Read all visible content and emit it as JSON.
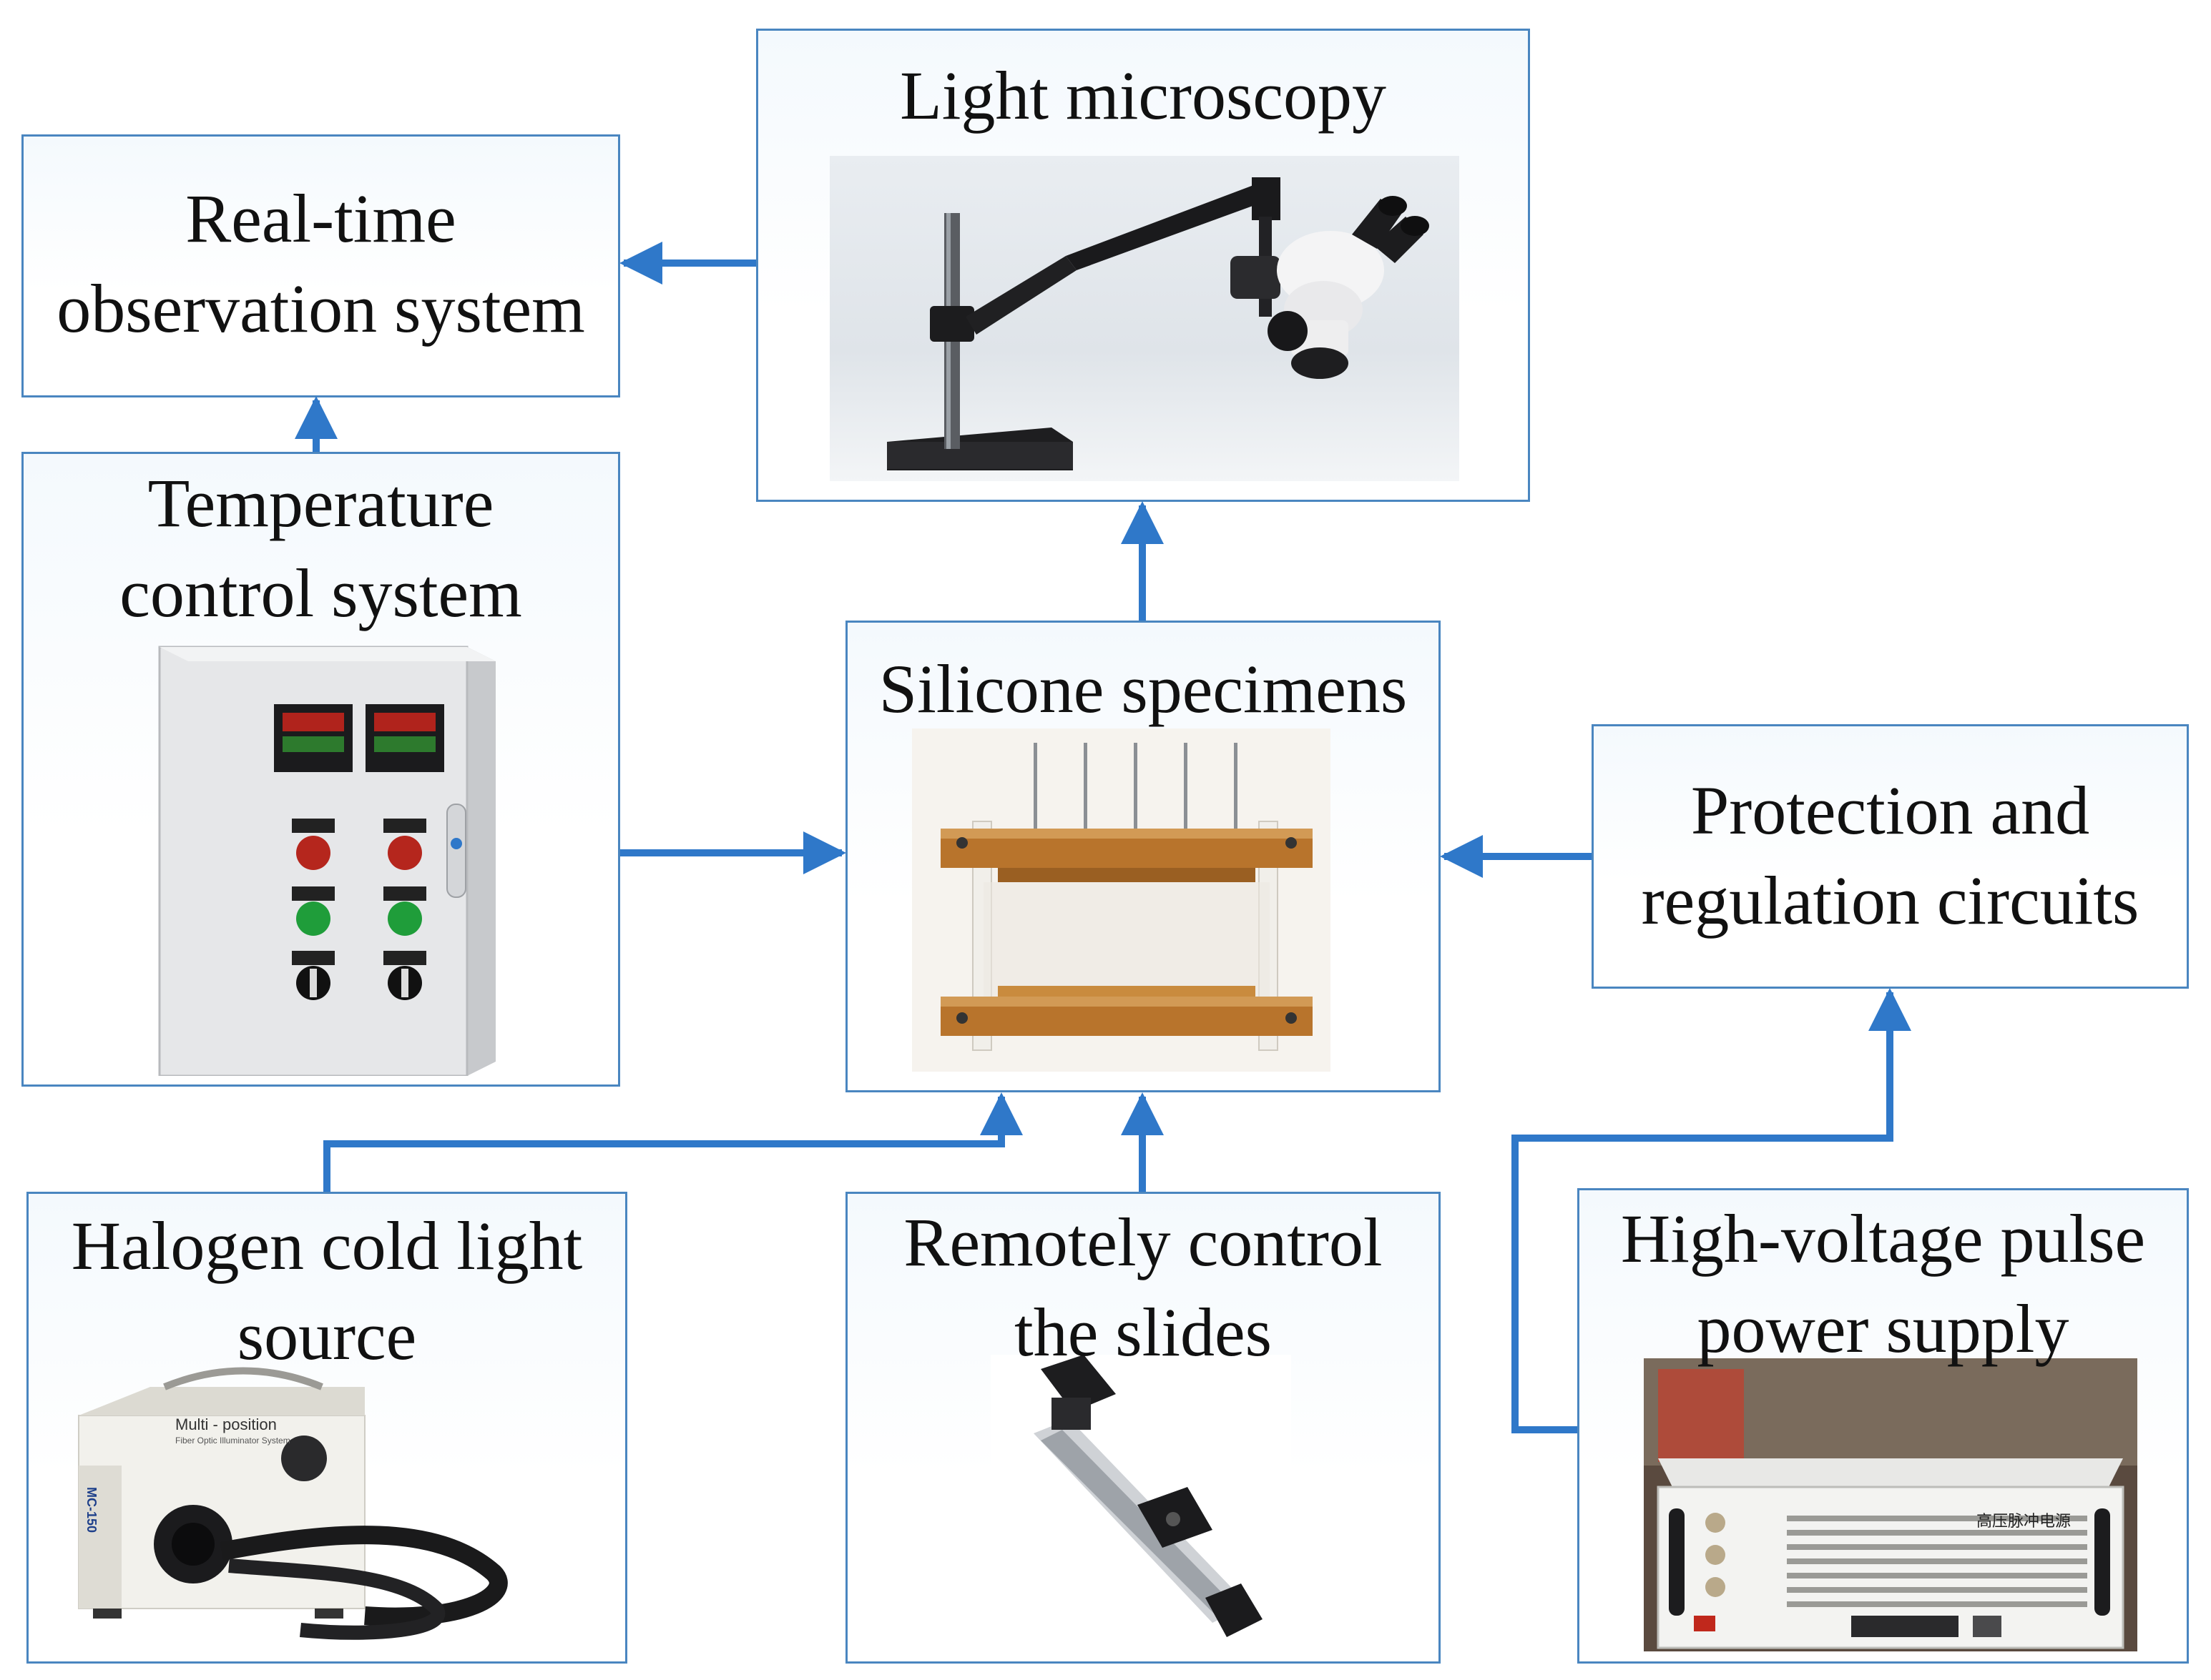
{
  "boxes": {
    "light_microscopy": {
      "title": "Light microscopy"
    },
    "realtime_observation": {
      "title": "Real-time\nobservation system"
    },
    "temperature_control": {
      "title": "Temperature\ncontrol system"
    },
    "silicone_specimens": {
      "title": "Silicone specimens"
    },
    "protection_regulation": {
      "title": "Protection and\nregulation circuits"
    },
    "halogen_light": {
      "title": "Halogen cold light\nsource"
    },
    "remote_slides": {
      "title": "Remotely control\nthe slides"
    },
    "hv_pulse_power": {
      "title": "High-voltage pulse\npower supply"
    }
  },
  "connections": [
    {
      "from": "light_microscopy",
      "to": "realtime_observation"
    },
    {
      "from": "temperature_control",
      "to": "realtime_observation"
    },
    {
      "from": "temperature_control",
      "to": "silicone_specimens"
    },
    {
      "from": "silicone_specimens",
      "to": "light_microscopy"
    },
    {
      "from": "protection_regulation",
      "to": "silicone_specimens"
    },
    {
      "from": "halogen_light",
      "to": "silicone_specimens"
    },
    {
      "from": "remote_slides",
      "to": "silicone_specimens"
    },
    {
      "from": "hv_pulse_power",
      "to": "protection_regulation"
    }
  ],
  "colors": {
    "arrow": "#2f78c9",
    "box_border": "#4a86c0"
  },
  "device_labels": {
    "halogen_brand": "Multi - position",
    "halogen_sub": "Fiber Optic Illuminator System",
    "halogen_model": "MC-150",
    "hv_panel": "高压脉冲电源"
  }
}
